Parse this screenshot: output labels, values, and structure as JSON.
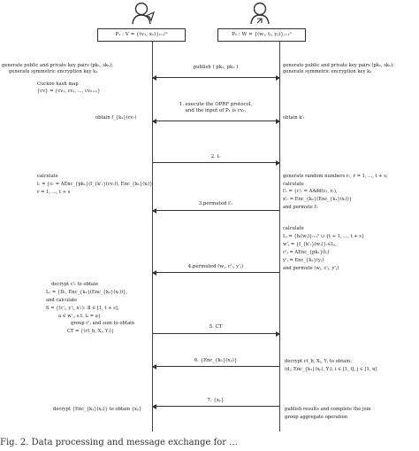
{
  "parties": {
    "left": {
      "label": "P₁ : V = {(v₁, x₁)}ᵢ₌₁ᵐ"
    },
    "right": {
      "label": "P₂ : W = {(wⱼ, tⱼ, yⱼ)}ⱼ₌₁ⁿ"
    }
  },
  "left_notes": [
    "generate public and private key pairs (pk₁, sk₁);",
    "generate symmetric encryption key  k₁",
    "Cuckoo hash map",
    "{cv} = {cv₁, cv₂, ..., cv₍ₜ₊ₛ₎}",
    "obtain  f_{k₁}(cvᵣ)",
    "calculate",
    "lᵣ = {cᵣ = AEnc_{pk₁}(f_{k'ᵣ}(cvᵣ)), Enc_{k₁}(xᵢ)}",
    "r = 1, ..., t + s",
    "decrypt  c'ᵣ  to obtain",
    "Lᵣ = {Dᵣ, Enc_{k₁}(Enc_{k₂}(xᵣ))},",
    "and calculate",
    "S = {(c'ⱼ, y'ⱼ, x'ᵣ): ∃l ∈ [1, t + s],",
    "a ∈ w'ⱼ, s.t. lₐ = a}",
    "group  c'ⱼ  and sum to obtain",
    "CT = {(ct_b, Xⱼ, Yⱼ)}",
    "decrypt {Enc_{k₁}(xₚ)} to obtain {xₚ}"
  ],
  "right_notes": [
    "generate public and private key pairs (pk₂, sk₂);",
    "generate symmetric encryption key  k₂",
    "obtain  k'ᵣ",
    "generate random numbers  rᵣ, r = 1, ..., t + s;",
    "calculate",
    "l'ᵣ = {c'ᵣ = AAdd(cᵣ, rᵣ),",
    "x'ᵣ = Enc_{k₂}(Enc_{k₁}(xᵢ))}",
    "and permute  l'ᵣ",
    "calculate",
    "Lⱼ = {hᵢ(wⱼ)}ᵢ₌₁ᵏ ∪ {t + 1, ..., t + s}",
    "w'ⱼ = {f_{k'ᵣ}(wⱼ)}ᵣ∈Lⱼ,",
    "c'ⱼ = AEnc_{pk₁}(tⱼ)",
    "y'ⱼ = Enc_{k₂}(yⱼ)",
    "and permute (wⱼ, c'ⱼ, y'ⱼ)",
    "decrypt  ct_b, Xⱼ, Yⱼ  to obtain:",
    "(dⱼ, Enc_{k₁}(xₚ), Yⱼ), i ∈ [1, t], j ∈ [1, n]",
    "publish results and complete the join",
    "group aggregate operation"
  ],
  "messages": [
    "publish ( pk₁, pk₂ )",
    "1. execute the OPRF protocol,",
    "and the input of P₁ is cvᵣ.",
    "2.  lᵣ",
    "3.permuted  l'ᵣ",
    "4.permuted  (wⱼ, c'ⱼ, y'ⱼ)",
    "5.  CT",
    "6.  {Enc_{k₁}(xₚ)}",
    "7.  {xₚ}"
  ],
  "caption": "Fig. 2.   Data processing and message exchange for ..."
}
